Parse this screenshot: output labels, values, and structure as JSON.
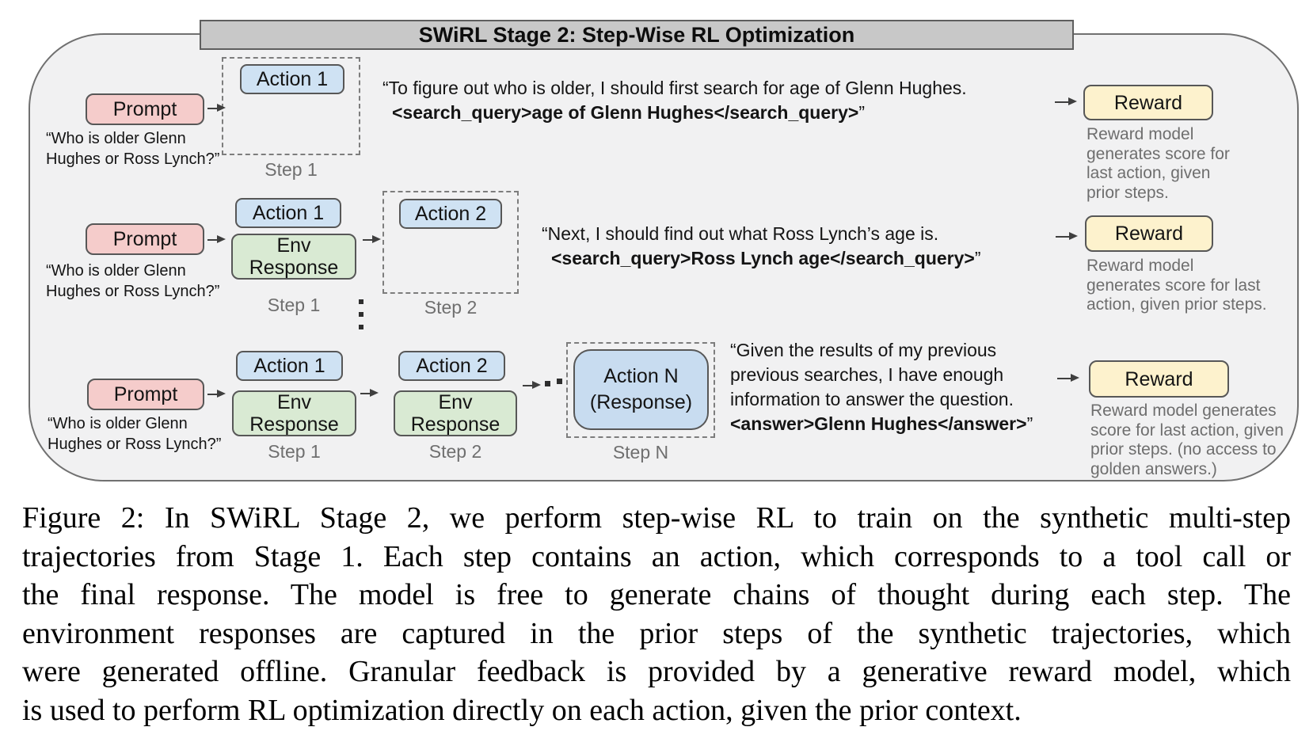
{
  "colors": {
    "prompt": "#f5cccb",
    "action": "#cfe2f3",
    "action_n": "#c8dcf0",
    "env": "#d9ead3",
    "reward": "#fdf2cd",
    "container_bg": "#f1f1f2",
    "titlebar_bg": "#c8c8c8"
  },
  "figure": {
    "title": "SWiRL Stage 2: Step-Wise RL Optimization",
    "rows": [
      {
        "prompt": "Prompt",
        "prompt_quote": "“Who is older Glenn\nHughes or Ross Lynch?”",
        "action1": "Action 1",
        "step1": "Step 1",
        "thought": "“To figure out who is older, I should first search for age of Glenn Hughes.",
        "tag": "<search_query>age of Glenn Hughes</search_query>",
        "endquote": "”",
        "reward": "Reward",
        "reward_note": "Reward model\ngenerates score for\nlast action, given\nprior steps."
      },
      {
        "prompt": "Prompt",
        "prompt_quote": "“Who is older Glenn\nHughes or Ross Lynch?”",
        "action1": "Action 1",
        "env1": "Env\nResponse",
        "step1": "Step 1",
        "action2": "Action 2",
        "step2": "Step 2",
        "thought": "“Next, I should find out what Ross Lynch’s age is.",
        "tag": "<search_query>Ross Lynch age</search_query>",
        "endquote": "”",
        "reward": "Reward",
        "reward_note": "Reward model\ngenerates score for last\naction, given prior steps."
      },
      {
        "prompt": "Prompt",
        "prompt_quote": "“Who is older Glenn\nHughes or Ross Lynch?”",
        "action1": "Action 1",
        "env1": "Env\nResponse",
        "step1": "Step 1",
        "action2": "Action 2",
        "env2": "Env\nResponse",
        "step2": "Step 2",
        "actionN": "Action N\n(Response)",
        "stepN": "Step N",
        "thought": "“Given the results of my previous\nprevious searches, I have enough\ninformation to answer the question.",
        "tag": "<answer>Glenn Hughes</answer>",
        "endquote": "”",
        "reward": "Reward",
        "reward_note": "Reward model generates\nscore for last action, given\nprior steps. (no access to\ngolden answers.)"
      }
    ]
  },
  "caption": {
    "lines": [
      "Figure 2: In SWiRL Stage 2, we perform step-wise RL to train on the synthetic multi-step",
      "trajectories from Stage 1. Each step contains an action, which corresponds to a tool call or",
      "the final response. The model is free to generate chains of thought during each step. The",
      "environment responses are captured in the prior steps of the synthetic trajectories, which",
      "were generated offline. Granular feedback is provided by a generative reward model, which",
      "is used to perform RL optimization directly on each action, given the prior context."
    ]
  }
}
